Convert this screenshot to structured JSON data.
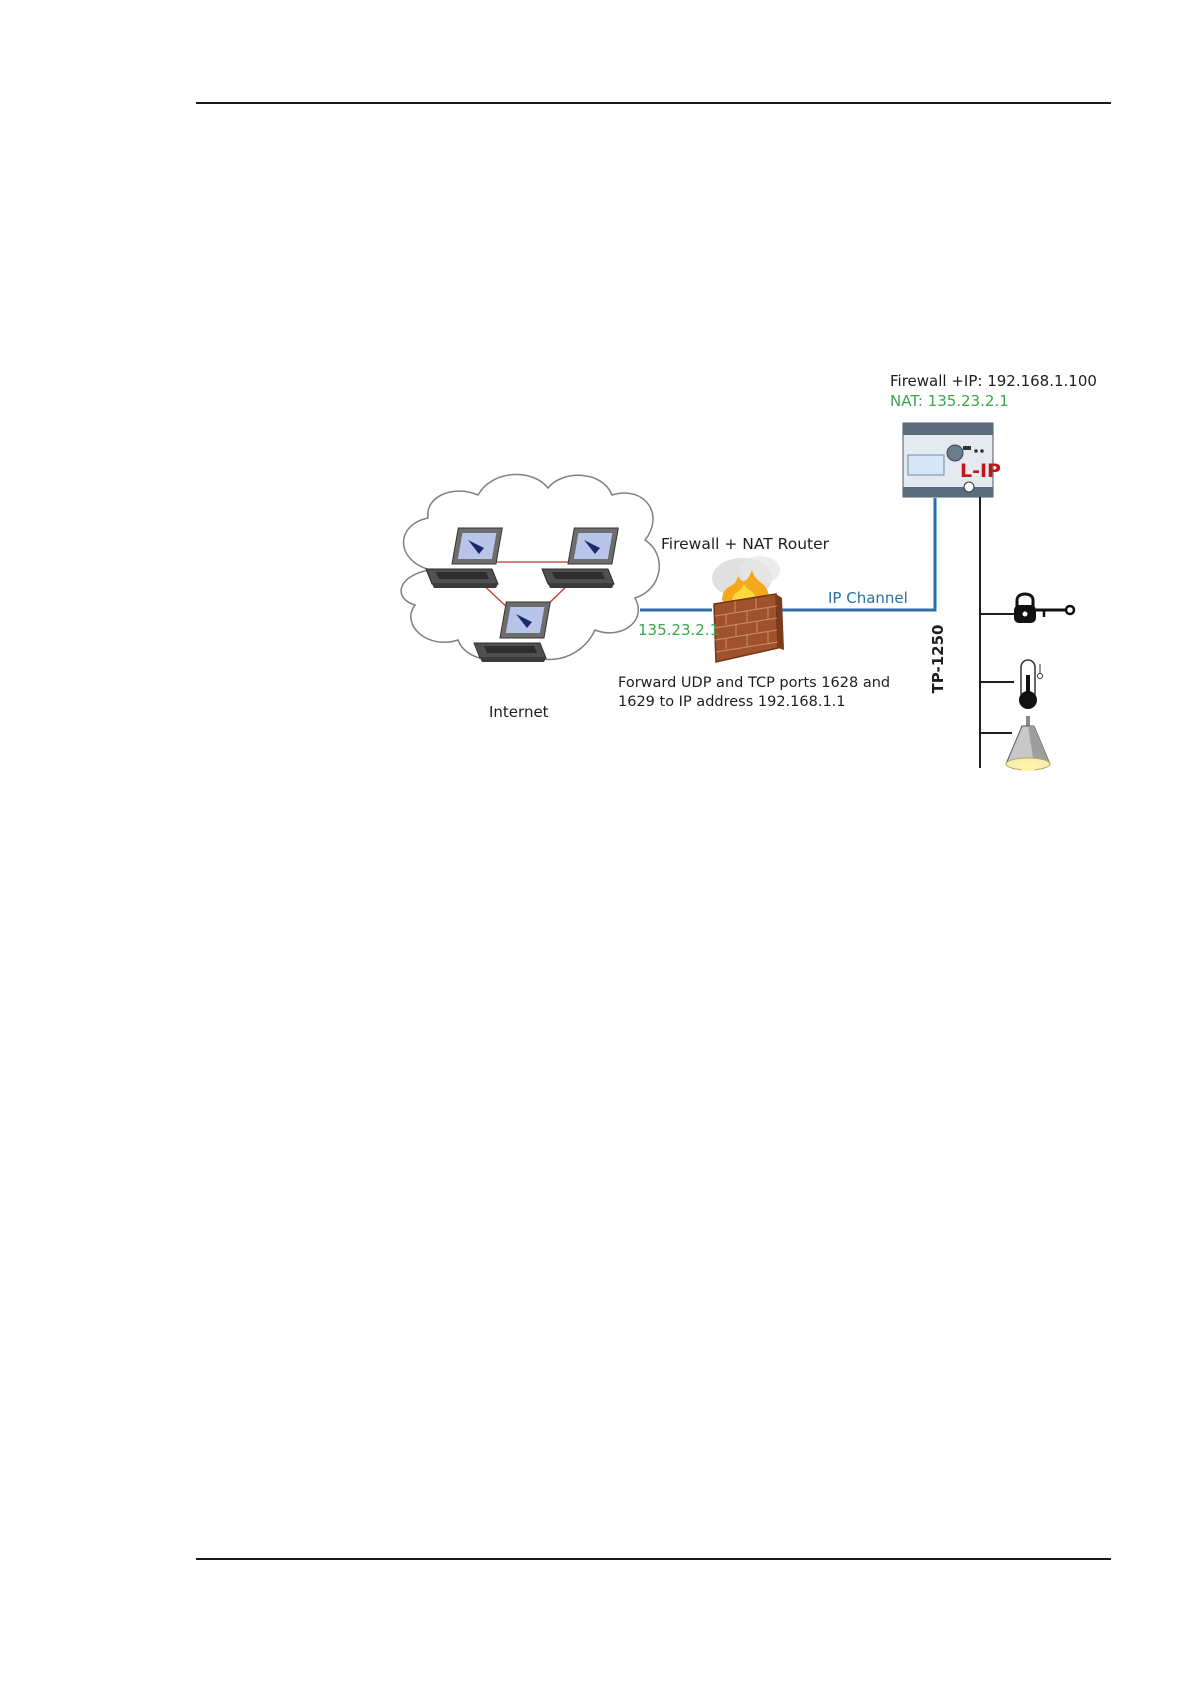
{
  "diagram": {
    "device": {
      "header": "Firewall +IP: 192.168.1.100",
      "nat": "NAT: 135.23.2.1",
      "brand": "L-IP"
    },
    "router": {
      "title": "Firewall + NAT Router",
      "public_ip": "135.23.2.1",
      "note_line1": "Forward UDP and TCP ports 1628 and",
      "note_line2": "1629 to  IP address 192.168.1.1"
    },
    "channel_label": "IP Channel",
    "cloud_label": "Internet",
    "bus_label": "TP-1250",
    "icons": [
      "laptop-icon",
      "laptop-icon",
      "laptop-icon",
      "firewall-icon",
      "lock-key-icon",
      "thermometer-icon",
      "lamp-icon"
    ],
    "colors": {
      "green": "#3aa64a",
      "blue": "#2a6fa8",
      "link_red": "#c0392b",
      "device_red": "#c0171b",
      "brick": "#a0522d"
    }
  }
}
